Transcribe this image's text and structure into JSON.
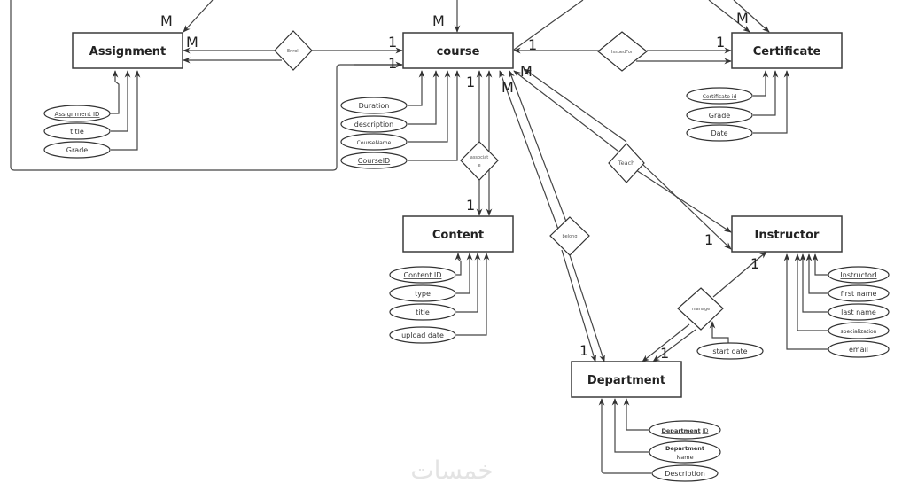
{
  "diagram": {
    "type": "er-diagram",
    "entities": [
      {
        "id": "assignment",
        "label": "Assignment",
        "attributes": [
          {
            "label": "Assignment ID",
            "key": true
          },
          {
            "label": "title",
            "key": false
          },
          {
            "label": "Grade",
            "key": false
          }
        ]
      },
      {
        "id": "course",
        "label": "course",
        "attributes": [
          {
            "label": "Duration",
            "key": false
          },
          {
            "label": "description",
            "key": false
          },
          {
            "label": "CourseName",
            "key": false
          },
          {
            "label": "CourseID",
            "key": true
          }
        ]
      },
      {
        "id": "certificate",
        "label": "Certificate",
        "attributes": [
          {
            "label": "Certificate id",
            "key": true
          },
          {
            "label": "Grade",
            "key": false
          },
          {
            "label": "Date",
            "key": false
          }
        ]
      },
      {
        "id": "content",
        "label": "Content",
        "attributes": [
          {
            "label": "Content ID",
            "key": true
          },
          {
            "label": "type",
            "key": false
          },
          {
            "label": "title",
            "key": false
          },
          {
            "label": "upload date",
            "key": false
          }
        ]
      },
      {
        "id": "instructor",
        "label": "Instructor",
        "attributes": [
          {
            "label": "InstructorI",
            "key": true
          },
          {
            "label": "first name",
            "key": false
          },
          {
            "label": "last name",
            "key": false
          },
          {
            "label": "specialization",
            "key": false
          },
          {
            "label": "email",
            "key": false
          }
        ]
      },
      {
        "id": "department",
        "label": "Department",
        "attributes": [
          {
            "label": "Department ID",
            "key": true,
            "line1": "Department",
            "line2": "ID"
          },
          {
            "label": "Department Name",
            "key": false,
            "line1": "Department",
            "line2": "Name"
          },
          {
            "label": "Description",
            "key": false
          }
        ]
      }
    ],
    "relationships": [
      {
        "id": "enroll",
        "label": "Enroll",
        "from": "course",
        "to": "assignment",
        "cardinality": [
          "1",
          "M"
        ]
      },
      {
        "id": "issued-for",
        "label": "IssuedFor",
        "from": "course",
        "to": "certificate",
        "cardinality": [
          "1",
          "1"
        ]
      },
      {
        "id": "associate",
        "label": "associate",
        "label_lines": [
          "associat",
          "e"
        ],
        "from": "course",
        "to": "content",
        "cardinality": [
          "1",
          "1"
        ]
      },
      {
        "id": "teach",
        "label": "Teach",
        "from": "course",
        "to": "instructor",
        "cardinality": [
          "M",
          "1"
        ]
      },
      {
        "id": "belong",
        "label": "belong",
        "from": "course",
        "to": "department",
        "cardinality": [
          "M",
          "1"
        ]
      },
      {
        "id": "manage",
        "label": "manage",
        "from": "instructor",
        "to": "department",
        "cardinality": [
          "1",
          "1"
        ],
        "attributes": [
          {
            "label": "start date"
          }
        ]
      }
    ],
    "cardinality_labels": {
      "assignment_top": "M",
      "assignment_right": "M",
      "course_top": "M",
      "course_left_1": "1",
      "course_left_2": "1",
      "course_right": "1",
      "course_bottom_content": "1",
      "course_right_teach": "M",
      "course_bottom_belong": "M",
      "certificate_top": "M",
      "certificate_left": "1",
      "content_top": "1",
      "instructor_left": "1",
      "instructor_bottom": "1",
      "department_top_left": "1",
      "department_top_right": "1"
    }
  },
  "watermark": "خمسات"
}
